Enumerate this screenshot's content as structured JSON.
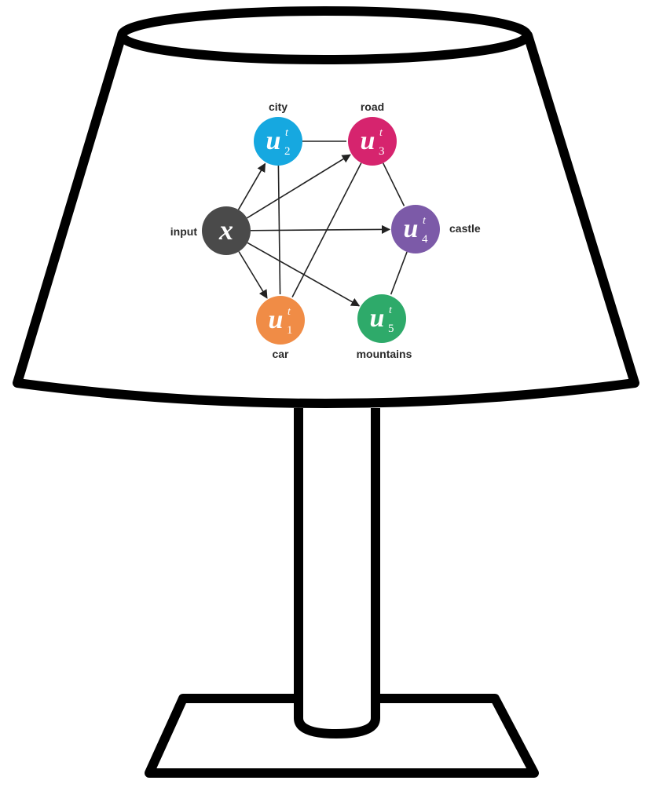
{
  "diagram": {
    "nodes": [
      {
        "id": "x",
        "symbol": "x",
        "superscript": "",
        "subscript": "",
        "label": "input",
        "color": "#4a4a4a"
      },
      {
        "id": "u2",
        "symbol": "u",
        "superscript": "t",
        "subscript": "2",
        "label": "city",
        "color": "#16a8e0"
      },
      {
        "id": "u3",
        "symbol": "u",
        "superscript": "t",
        "subscript": "3",
        "label": "road",
        "color": "#d6246e"
      },
      {
        "id": "u4",
        "symbol": "u",
        "superscript": "t",
        "subscript": "4",
        "label": "castle",
        "color": "#7c5aa8"
      },
      {
        "id": "u5",
        "symbol": "u",
        "superscript": "t",
        "subscript": "5",
        "label": "mountains",
        "color": "#2eaa6a"
      },
      {
        "id": "u1",
        "symbol": "u",
        "superscript": "t",
        "subscript": "1",
        "label": "car",
        "color": "#f08c46"
      }
    ],
    "directed_edges": [
      [
        "x",
        "u2"
      ],
      [
        "x",
        "u3"
      ],
      [
        "x",
        "u4"
      ],
      [
        "x",
        "u5"
      ],
      [
        "x",
        "u1"
      ]
    ],
    "undirected_edges": [
      [
        "u2",
        "u3"
      ],
      [
        "u3",
        "u4"
      ],
      [
        "u4",
        "u5"
      ],
      [
        "u2",
        "u1"
      ],
      [
        "u3",
        "u1"
      ]
    ]
  },
  "object": {
    "type": "table-lamp",
    "outline_color": "#000000"
  }
}
